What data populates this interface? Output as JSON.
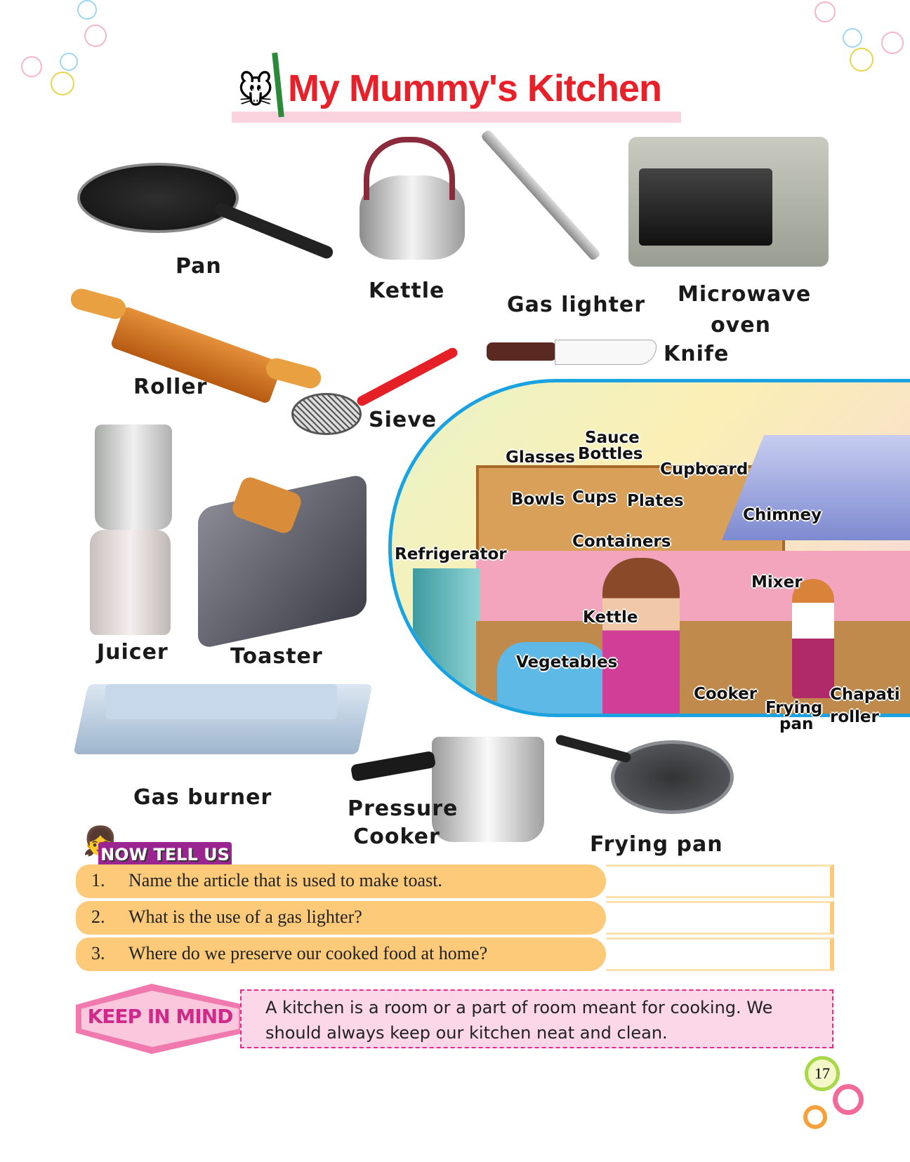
{
  "title": "My Mummy's Kitchen",
  "items": {
    "pan": "Pan",
    "kettle": "Kettle",
    "gas_lighter": "Gas lighter",
    "microwave1": "Microwave",
    "microwave2": "oven",
    "knife": "Knife",
    "roller": "Roller",
    "sieve": "Sieve",
    "juicer": "Juicer",
    "toaster": "Toaster",
    "gas_burner": "Gas burner",
    "pressure1": "Pressure",
    "pressure2": "Cooker",
    "frying_pan": "Frying pan"
  },
  "scene": {
    "sauce": "Sauce",
    "bottles": "Bottles",
    "glasses": "Glasses",
    "cupboard": "Cupboard",
    "bowls": "Bowls",
    "cups": "Cups",
    "plates": "Plates",
    "chimney": "Chimney",
    "refrigerator": "Refrigerator",
    "containers": "Containers",
    "mixer": "Mixer",
    "kettle": "Kettle",
    "vegetables": "Vegetables",
    "cooker": "Cooker",
    "frying1": "Frying",
    "frying2": "pan",
    "chapati": "Chapati",
    "roller": "roller"
  },
  "now_tell_us": {
    "heading": "NOW TELL US",
    "questions": [
      {
        "num": "1.",
        "text": "Name the article that is used to make toast."
      },
      {
        "num": "2.",
        "text": "What is the use of a gas lighter?"
      },
      {
        "num": "3.",
        "text": "Where do we preserve our cooked food at home?"
      }
    ]
  },
  "keep_in_mind": {
    "heading": "KEEP IN MIND",
    "text": "A kitchen is a room or a part of room meant for cooking. We should always keep our kitchen neat and clean."
  },
  "page_number": "17"
}
